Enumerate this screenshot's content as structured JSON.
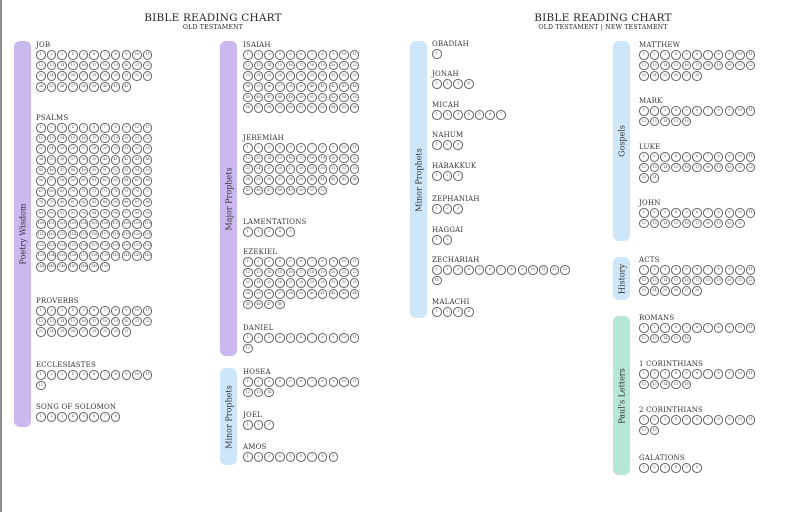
{
  "pages": [
    {
      "title": "BIBLE READING CHART",
      "subtitle": "OLD TESTAMENT"
    },
    {
      "title": "BIBLE READING CHART",
      "subtitle": "OLD TESTAMENT | NEW TESTAMENT"
    }
  ],
  "colors": {
    "purple": "#cbb8ef",
    "blue": "#cde6f9",
    "green": "#b6e6d6"
  },
  "sections": [
    {
      "label": "Poetry Wisdom",
      "color": "purple",
      "books": [
        {
          "name": "JOB",
          "chapters": 42
        },
        {
          "name": "PSALMS",
          "chapters": 150
        },
        {
          "name": "PROVERBS",
          "chapters": 31
        },
        {
          "name": "ECCLESIASTES",
          "chapters": 12
        },
        {
          "name": "SONG OF SOLOMON",
          "chapters": 8
        }
      ]
    },
    {
      "label": "Major Prophets",
      "color": "purple",
      "books": [
        {
          "name": "ISAIAH",
          "chapters": 66
        },
        {
          "name": "JEREMIAH",
          "chapters": 52
        },
        {
          "name": "LAMENTATIONS",
          "chapters": 5
        },
        {
          "name": "EZEKIEL",
          "chapters": 48
        },
        {
          "name": "DANIEL",
          "chapters": 12
        }
      ]
    },
    {
      "label": "Minor Prophets",
      "color": "blue",
      "books": [
        {
          "name": "HOSEA",
          "chapters": 14
        },
        {
          "name": "JOEL",
          "chapters": 3
        },
        {
          "name": "AMOS",
          "chapters": 9
        }
      ]
    },
    {
      "label": "Minor Prophets",
      "color": "blue",
      "books": [
        {
          "name": "OBADIAH",
          "chapters": 1
        },
        {
          "name": "JONAH",
          "chapters": 4
        },
        {
          "name": "MICAH",
          "chapters": 7
        },
        {
          "name": "NAHUM",
          "chapters": 3
        },
        {
          "name": "HABAKKUK",
          "chapters": 3
        },
        {
          "name": "ZEPHANIAH",
          "chapters": 3
        },
        {
          "name": "HAGGAI",
          "chapters": 2
        },
        {
          "name": "ZECHARIAH",
          "chapters": 14
        },
        {
          "name": "MALACHI",
          "chapters": 4
        }
      ]
    },
    {
      "label": "Gospels",
      "color": "blue",
      "books": [
        {
          "name": "MATTHEW",
          "chapters": 28
        },
        {
          "name": "MARK",
          "chapters": 16
        },
        {
          "name": "LUKE",
          "chapters": 24
        },
        {
          "name": "JOHN",
          "chapters": 21
        }
      ]
    },
    {
      "label": "History",
      "color": "blue",
      "books": [
        {
          "name": "ACTS",
          "chapters": 28
        }
      ]
    },
    {
      "label": "Paul's Letters",
      "color": "green",
      "books": [
        {
          "name": "ROMANS",
          "chapters": 16
        },
        {
          "name": "1 CORINTHIANS",
          "chapters": 16
        },
        {
          "name": "2 CORINTHIANS",
          "chapters": 13
        },
        {
          "name": "GALATIONS",
          "chapters": 6
        }
      ]
    }
  ]
}
